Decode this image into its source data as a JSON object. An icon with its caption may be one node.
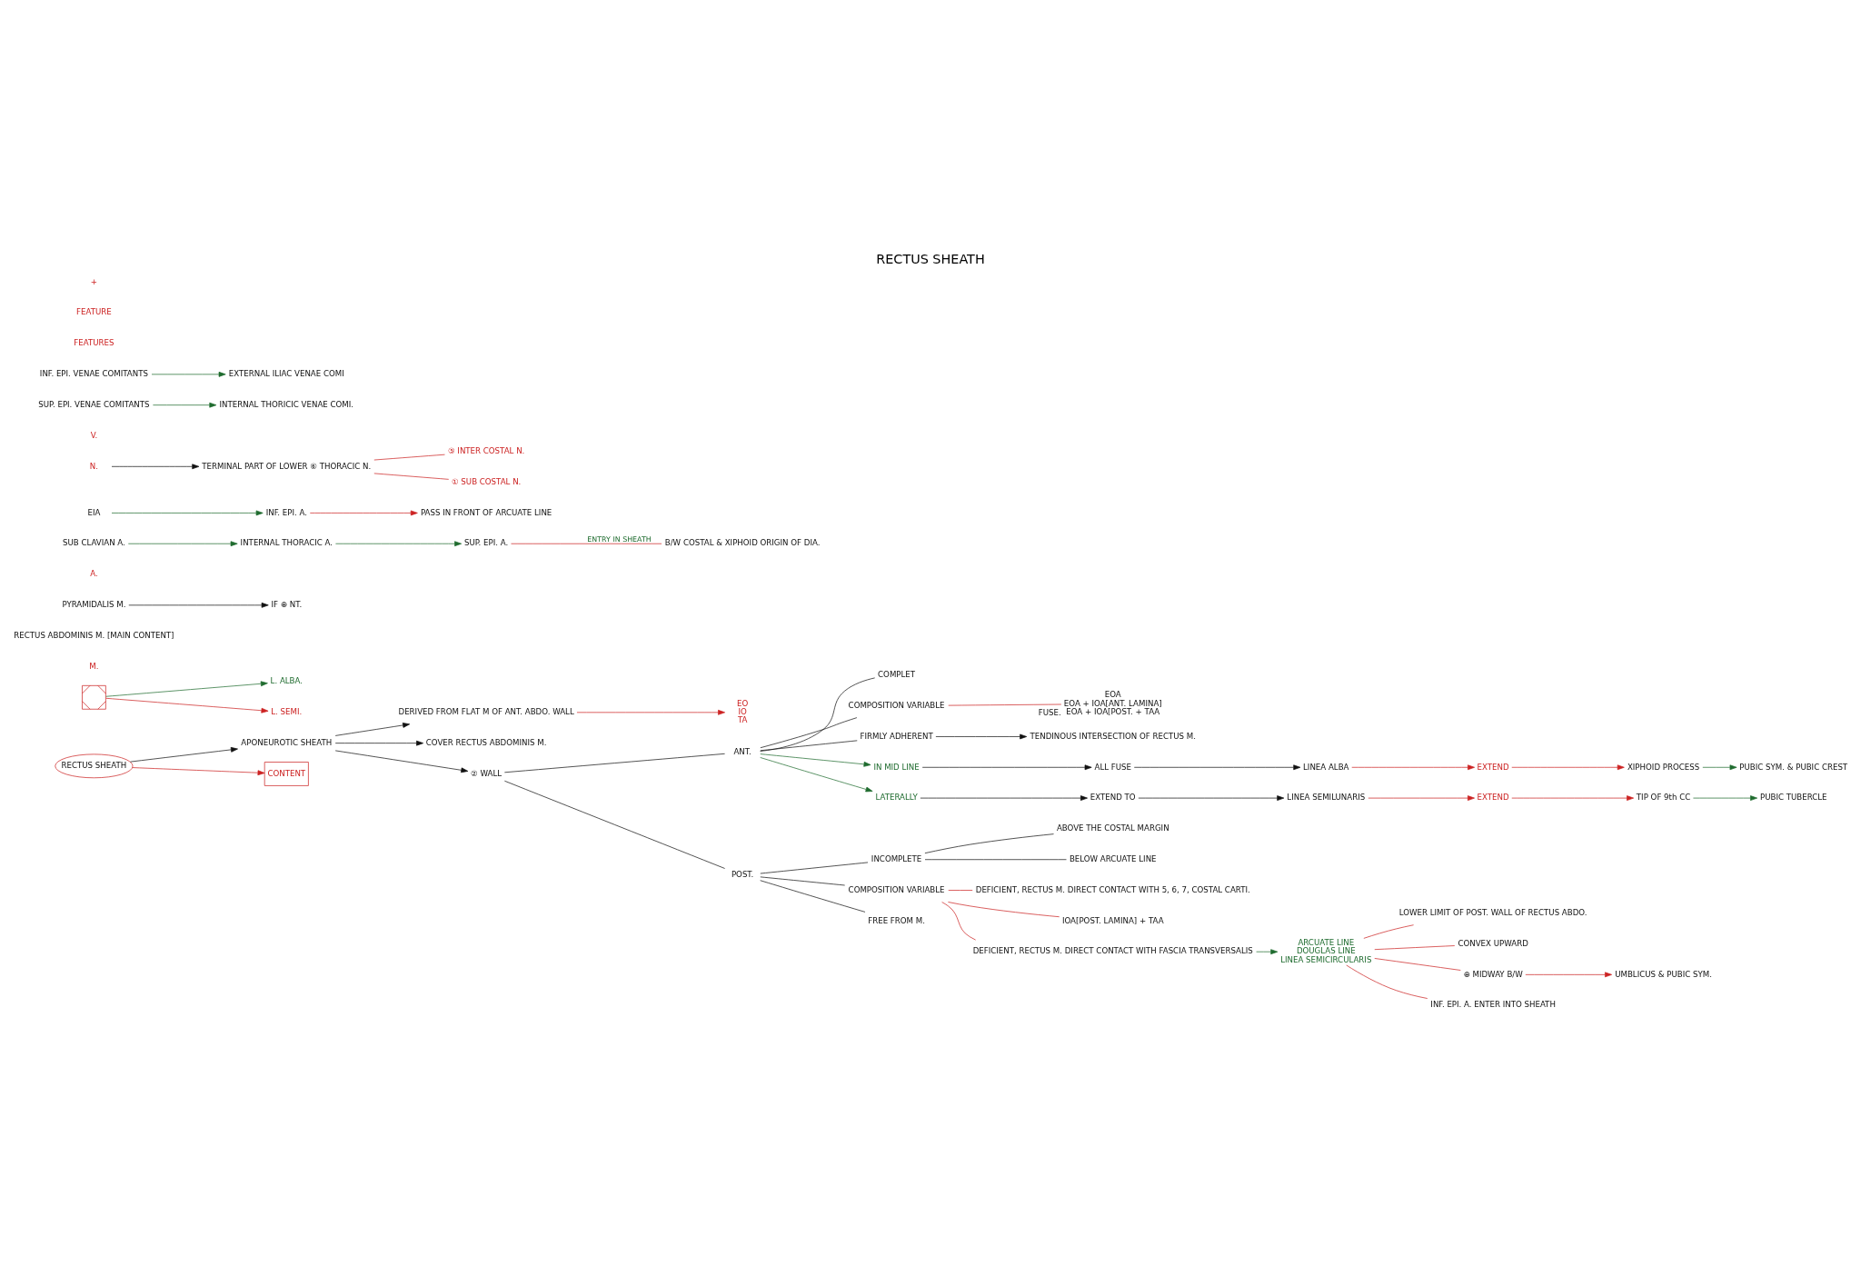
{
  "diagram": {
    "title": "RECTUS SHEATH",
    "nodes": [
      {
        "text": [
          "RECTUS SHEATH"
        ]
      },
      {
        "text": [
          "APONEUROTIC SHEATH"
        ]
      },
      {
        "text": [
          "DERIVED FROM FLAT M OF ANT. ABDO. WALL"
        ]
      },
      {
        "text": [
          "EO",
          "IO",
          "TA"
        ]
      },
      {
        "text": [
          "COVER RECTUS ABDOMINIS M."
        ]
      },
      {
        "text": [
          "② WALL"
        ]
      },
      {
        "text": [
          "ANT."
        ]
      },
      {
        "text": [
          "POST."
        ]
      },
      {
        "text": [
          "COMPLET"
        ]
      },
      {
        "text": [
          "COMPOSITION VARIABLE"
        ]
      },
      {
        "text": [
          "EOA",
          "EOA + IOA[ANT. LAMINA]",
          "EOA + IOA[POST. + TAA"
        ],
        "beside": [
          "FUSE."
        ]
      },
      {
        "text": [
          "FIRMLY ADHERENT"
        ]
      },
      {
        "text": [
          "TENDINOUS INTERSECTION OF RECTUS M."
        ]
      },
      {
        "text": [
          "IN MID LINE"
        ]
      },
      {
        "text": [
          "ALL FUSE"
        ]
      },
      {
        "text": [
          "LINEA ALBA"
        ]
      },
      {
        "text": [
          "EXTEND"
        ]
      },
      {
        "text": [
          "XIPHOID PROCESS"
        ]
      },
      {
        "text": [
          "PUBIC SYM. & PUBIC CREST"
        ]
      },
      {
        "text": [
          "LATERALLY"
        ]
      },
      {
        "text": [
          "EXTEND TO"
        ]
      },
      {
        "text": [
          "LINEA SEMILUNARIS"
        ]
      },
      {
        "text": [
          "EXTEND"
        ]
      },
      {
        "text": [
          "TIP OF 9th CC"
        ]
      },
      {
        "text": [
          "PUBIC TUBERCLE"
        ]
      },
      {
        "text": [],
        "shape": "picture"
      },
      {
        "text": [
          "L. ALBA."
        ]
      },
      {
        "text": [
          "L. SEMI."
        ]
      },
      {
        "text": [
          "INCOMPLETE"
        ]
      },
      {
        "text": [
          "ABOVE THE COSTAL MARGIN"
        ]
      },
      {
        "text": [
          "BELOW ARCUATE LINE"
        ]
      },
      {
        "text": [
          "COMPOSITION VARIABLE"
        ]
      },
      {
        "text": [
          "FREE FROM M."
        ]
      },
      {
        "text": [
          "DEFICIENT, RECTUS M. DIRECT CONTACT WITH 5, 6, 7, COSTAL CARTI."
        ]
      },
      {
        "text": [
          "IOA[POST. LAMINA] + TAA"
        ]
      },
      {
        "text": [
          "DEFICIENT, RECTUS M. DIRECT CONTACT WITH FASCIA TRANSVERSALIS"
        ]
      },
      {
        "text": [
          "ARCUATE LINE",
          "DOUGLAS LINE",
          "LINEA SEMICIRCULARIS"
        ]
      },
      {
        "text": [
          "LOWER LIMIT OF POST. WALL OF RECTUS ABDO."
        ]
      },
      {
        "text": [
          "CONVEX UPWARD"
        ]
      },
      {
        "text": [
          "⊕ MIDWAY B/W"
        ]
      },
      {
        "text": [
          "UMBLICUS & PUBIC SYM."
        ]
      },
      {
        "text": [
          "INF. EPI. A. ENTER INTO SHEATH"
        ]
      },
      {
        "text": [
          "CONTENT"
        ]
      },
      {
        "text": [
          "M."
        ]
      },
      {
        "text": [
          "RECTUS ABDOMINIS M. [MAIN CONTENT]"
        ]
      },
      {
        "text": [
          "PYRAMIDALIS M."
        ]
      },
      {
        "text": [
          "IF ⊕ NT."
        ]
      },
      {
        "text": [
          "A."
        ]
      },
      {
        "text": [
          "SUB CLAVIAN A."
        ]
      },
      {
        "text": [
          "INTERNAL THORACIC A."
        ]
      },
      {
        "text": [
          "SUP. EPI. A."
        ]
      },
      {
        "text": [
          "EIA"
        ]
      },
      {
        "text": [
          "INF. EPI. A."
        ]
      },
      {
        "text": [
          "B/W COSTAL & XIPHOID ORIGIN OF DIA."
        ]
      },
      {
        "text": [
          "PASS IN FRONT OF ARCUATE LINE"
        ]
      },
      {
        "text": [
          "N."
        ]
      },
      {
        "text": [
          "TERMINAL PART OF LOWER ⑥ THORACIC N."
        ]
      },
      {
        "text": [
          "⑤ INTER COSTAL N."
        ]
      },
      {
        "text": [
          "① SUB COSTAL N."
        ]
      },
      {
        "text": [
          "V."
        ]
      },
      {
        "text": [
          "SUP. EPI. VENAE COMITANTS"
        ]
      },
      {
        "text": [
          "INF. EPI. VENAE COMITANTS"
        ]
      },
      {
        "text": [
          "INTERNAL THORICIC VENAE COMI."
        ]
      },
      {
        "text": [
          "EXTERNAL ILIAC VENAE COMI"
        ]
      }
    ],
    "edges": [
      {
        "from": 0,
        "to": 1,
        "arrow": "to"
      },
      {
        "from": 0,
        "to": 42,
        "arrow": "to",
        "color": "#cc2222"
      },
      {
        "from": 1,
        "to": 2,
        "arrow": "to"
      },
      {
        "from": 1,
        "to": 4,
        "arrow": "to"
      },
      {
        "from": 1,
        "to": 5,
        "arrow": "to"
      },
      {
        "from": 2,
        "to": 3,
        "arrow": "to",
        "color": "#cc2222"
      },
      {
        "from": 5,
        "to": 6,
        "arrow": "none"
      },
      {
        "from": 5,
        "to": 7,
        "arrow": "none"
      },
      {
        "from": 6,
        "to": 8,
        "arrow": "none"
      },
      {
        "from": 6,
        "to": 9,
        "arrow": "none"
      },
      {
        "from": 6,
        "to": 11,
        "arrow": "none"
      },
      {
        "from": 9,
        "to": 10,
        "arrow": "none",
        "color": "#cc2222"
      },
      {
        "from": 11,
        "to": 12,
        "arrow": "to"
      },
      {
        "from": 6,
        "to": 13,
        "arrow": "to",
        "color": "#1e6b2e"
      },
      {
        "from": 13,
        "to": 14,
        "arrow": "to"
      },
      {
        "from": 14,
        "to": 15,
        "arrow": "to"
      },
      {
        "from": 15,
        "to": 16,
        "arrow": "to",
        "color": "#cc2222"
      },
      {
        "from": 16,
        "to": 17,
        "arrow": "to",
        "color": "#cc2222"
      },
      {
        "from": 17,
        "to": 18,
        "arrow": "to",
        "color": "#1e6b2e"
      },
      {
        "from": 6,
        "to": 19,
        "arrow": "to",
        "color": "#1e6b2e"
      },
      {
        "from": 19,
        "to": 20,
        "arrow": "to"
      },
      {
        "from": 20,
        "to": 21,
        "arrow": "to"
      },
      {
        "from": 21,
        "to": 22,
        "arrow": "to",
        "color": "#cc2222"
      },
      {
        "from": 22,
        "to": 23,
        "arrow": "to",
        "color": "#cc2222"
      },
      {
        "from": 23,
        "to": 24,
        "arrow": "to",
        "color": "#1e6b2e"
      },
      {
        "from": 25,
        "to": 26,
        "arrow": "to",
        "color": "#1e6b2e"
      },
      {
        "from": 25,
        "to": 27,
        "arrow": "to",
        "color": "#cc2222"
      },
      {
        "from": 7,
        "to": 28,
        "arrow": "none"
      },
      {
        "from": 28,
        "to": 29,
        "arrow": "none"
      },
      {
        "from": 28,
        "to": 30,
        "arrow": "none"
      },
      {
        "from": 7,
        "to": 31,
        "arrow": "none"
      },
      {
        "from": 7,
        "to": 32,
        "arrow": "none"
      },
      {
        "from": 31,
        "to": 33,
        "arrow": "none",
        "color": "#cc2222"
      },
      {
        "from": 31,
        "to": 34,
        "arrow": "none",
        "color": "#cc2222"
      },
      {
        "from": 31,
        "to": 35,
        "arrow": "none",
        "color": "#cc2222"
      },
      {
        "from": 35,
        "to": 36,
        "arrow": "to",
        "color": "#1e6b2e"
      },
      {
        "from": 36,
        "to": 37,
        "arrow": "none",
        "color": "#cc2222"
      },
      {
        "from": 36,
        "to": 38,
        "arrow": "none",
        "color": "#cc2222"
      },
      {
        "from": 36,
        "to": 39,
        "arrow": "none",
        "color": "#cc2222"
      },
      {
        "from": 36,
        "to": 41,
        "arrow": "none",
        "color": "#cc2222"
      },
      {
        "from": 39,
        "to": 40,
        "arrow": "to",
        "color": "#cc2222"
      },
      {
        "from": 45,
        "to": 46,
        "arrow": "to"
      },
      {
        "from": 48,
        "to": 49,
        "arrow": "to",
        "color": "#1e6b2e"
      },
      {
        "from": 49,
        "to": 50,
        "arrow": "to",
        "color": "#1e6b2e"
      },
      {
        "from": 51,
        "to": 52,
        "arrow": "to",
        "color": "#1e6b2e"
      },
      {
        "from": 50,
        "to": 53,
        "arrow": "none",
        "color": "#cc2222",
        "label": "ENTRY IN SHEATH"
      },
      {
        "from": 52,
        "to": 54,
        "arrow": "to",
        "color": "#cc2222"
      },
      {
        "from": 55,
        "to": 56,
        "arrow": "to"
      },
      {
        "from": 56,
        "to": 57,
        "arrow": "none",
        "color": "#cc2222"
      },
      {
        "from": 56,
        "to": 58,
        "arrow": "none",
        "color": "#cc2222"
      },
      {
        "from": 60,
        "to": 62,
        "arrow": "to",
        "color": "#1e6b2e"
      },
      {
        "from": 61,
        "to": 63,
        "arrow": "to",
        "color": "#1e6b2e"
      }
    ],
    "labels": [
      "FEATURES",
      "FEATURE",
      "+"
    ]
  }
}
